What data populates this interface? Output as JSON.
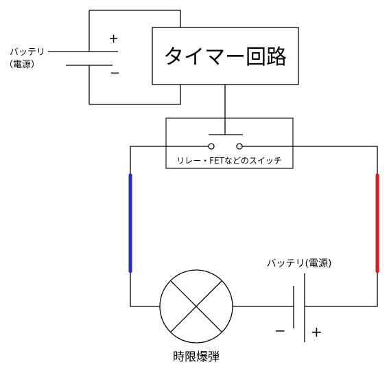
{
  "labels": {
    "battery_top": "バッテリ",
    "battery_top_sub": "（電源）",
    "plus": "+",
    "minus": "−",
    "timer_circuit": "タイマー回路",
    "relay_switch": "リレー・FETなどのスイッチ",
    "battery_bottom": "バッテリ(電源)",
    "bomb": "時限爆弾"
  },
  "colors": {
    "line": "#000000",
    "wire_blue": "#1f2bd1",
    "wire_red": "#e0161b"
  }
}
